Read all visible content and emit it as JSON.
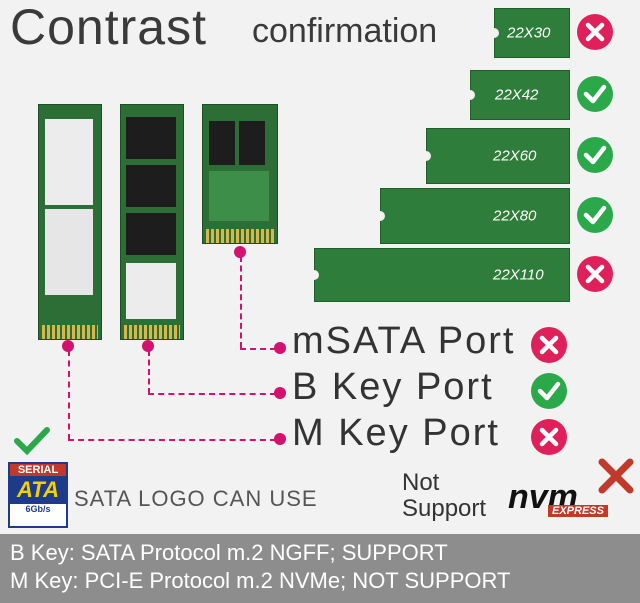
{
  "title": {
    "main": "Contrast",
    "sub": "confirmation"
  },
  "sizes": [
    {
      "label": "22X30",
      "supported": false
    },
    {
      "label": "22X42",
      "supported": true
    },
    {
      "label": "22X60",
      "supported": true
    },
    {
      "label": "22X80",
      "supported": true
    },
    {
      "label": "22X110",
      "supported": false
    }
  ],
  "ports": [
    {
      "label": "mSATA Port",
      "supported": false
    },
    {
      "label": "B Key Port",
      "supported": true
    },
    {
      "label": "M Key Port",
      "supported": false
    }
  ],
  "sata_logo": {
    "top": "SERIAL",
    "mid": "ATA",
    "bottom": "6Gb/s",
    "caption": "SATA LOGO CAN USE"
  },
  "nvme": {
    "not_support": "Not\nSupport",
    "logo": "nvm",
    "sub": "EXPRESS"
  },
  "bottom": {
    "line1": "B Key:  SATA Protocol m.2 NGFF;  SUPPORT",
    "line2": "M Key:  PCI-E Protocol m.2 NVMe;  NOT SUPPORT"
  },
  "colors": {
    "check": "#2aa84a",
    "cross": "#e0205a",
    "card": "#2f7d3a",
    "connector": "#d2126e",
    "bar": "#8d8d8d"
  }
}
